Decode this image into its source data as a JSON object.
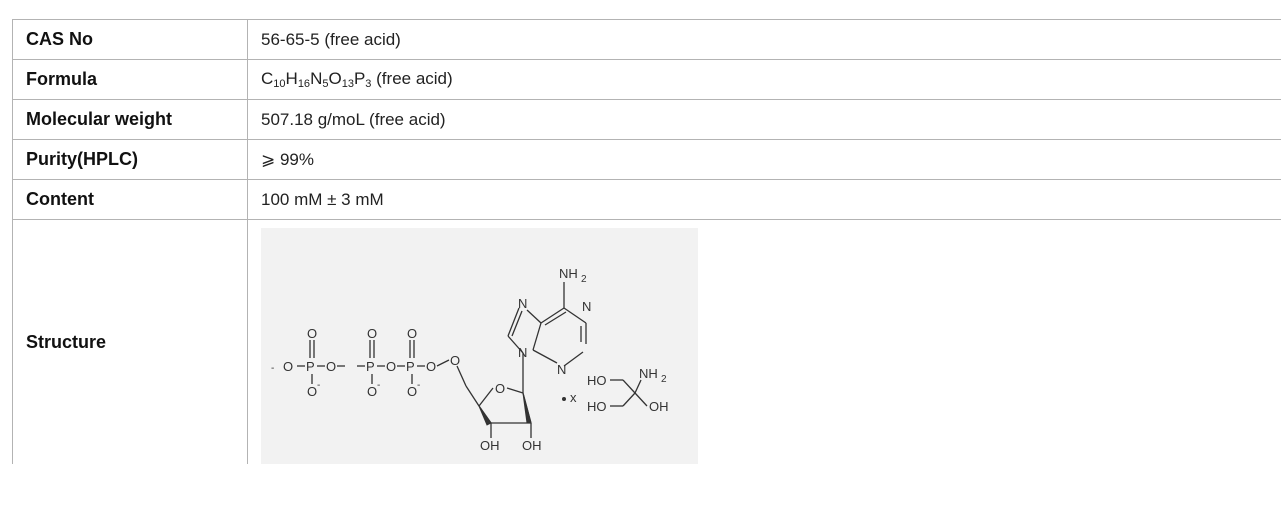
{
  "rows": [
    {
      "label": "CAS No",
      "value": "56-65-5 (free acid)"
    },
    {
      "label": "Formula",
      "value": "C10H16N5O13P3 (free acid)",
      "formula_parts": [
        "C",
        "10",
        "H",
        "16",
        "N",
        "5",
        "O",
        "13",
        "P",
        "3"
      ],
      "formula_suffix": " (free acid)"
    },
    {
      "label": "Molecular weight",
      "value": "507.18 g/moL (free acid)"
    },
    {
      "label": "Purity(HPLC)",
      "value": "⩾ 99%"
    },
    {
      "label": "Content",
      "value": "100 mM ± 3 mM"
    },
    {
      "label": "Structure"
    }
  ],
  "structure": {
    "atoms": {
      "O": "O",
      "P": "P",
      "N": "N",
      "OH": "OH",
      "HO": "HO",
      "NH": "NH",
      "sub2": "2",
      "minus": "-",
      "x": "x"
    }
  }
}
